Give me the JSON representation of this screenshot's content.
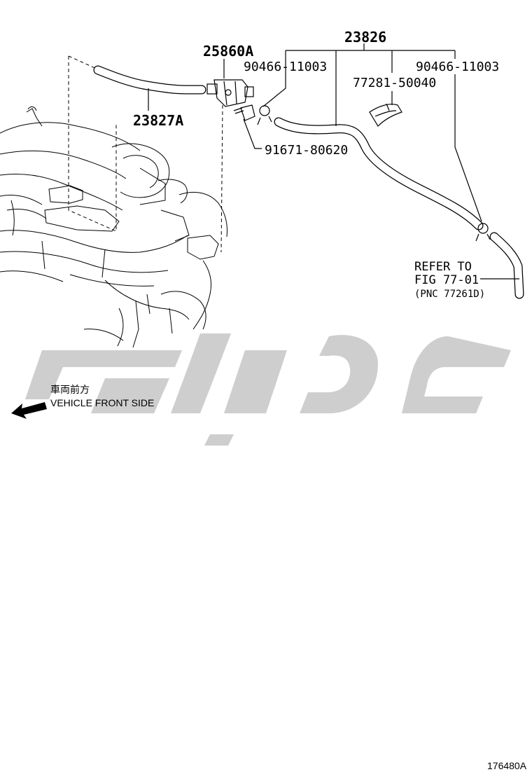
{
  "parts": {
    "hose_main": "23826",
    "valve": "25860A",
    "hose_short": "23827A",
    "clip_left": "90466-11003",
    "clip_right": "90466-11003",
    "clamp": "77281-50040",
    "bolt": "91671-80620"
  },
  "reference": {
    "line1": "REFER TO",
    "line2": "FIG 77-01",
    "line3": "(PNC 77261D)"
  },
  "direction": {
    "japanese": "車両前方",
    "english": "VEHICLE FRONT SIDE"
  },
  "figure_id": "176480A",
  "colors": {
    "line": "#000000",
    "watermark": "#c6c6c6"
  }
}
